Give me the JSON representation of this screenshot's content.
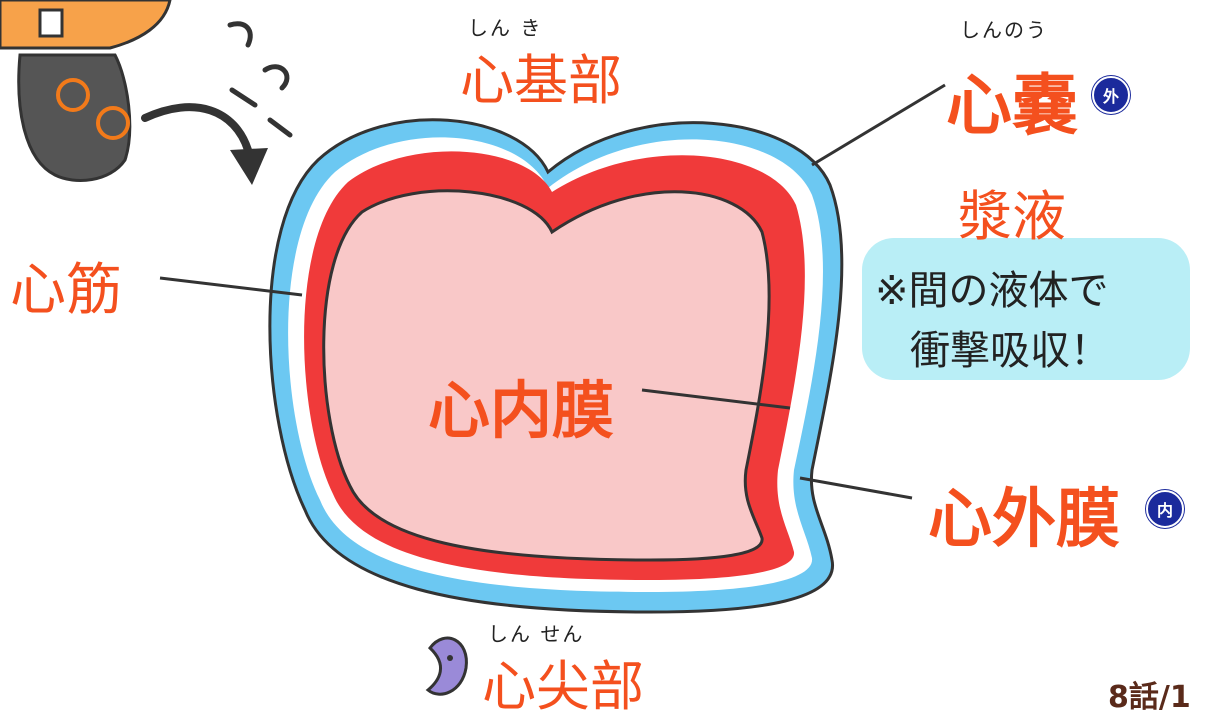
{
  "labels": {
    "base": {
      "text": "心基部",
      "ruby": "しん き"
    },
    "pericardium": {
      "text": "心嚢",
      "ruby": "しんのう",
      "badge": "外"
    },
    "serous_fluid": "漿液",
    "note_line1": "※間の液体で",
    "note_line2": "衝撃吸収！",
    "myocardium": "心筋",
    "endocardium": "心内膜",
    "epicardium": {
      "text": "心外膜",
      "badge": "内"
    },
    "apex": {
      "text": "心尖部",
      "ruby": "しん せん"
    },
    "page": "8話/1"
  },
  "colors": {
    "outer_layer": "#6cc8f2",
    "muscle_layer": "#f03a3a",
    "inner_fill": "#f9c8c8",
    "label_orange": "#f4501e",
    "note_bg": "#b9eef6",
    "badge_blue": "#1b2a9c"
  }
}
